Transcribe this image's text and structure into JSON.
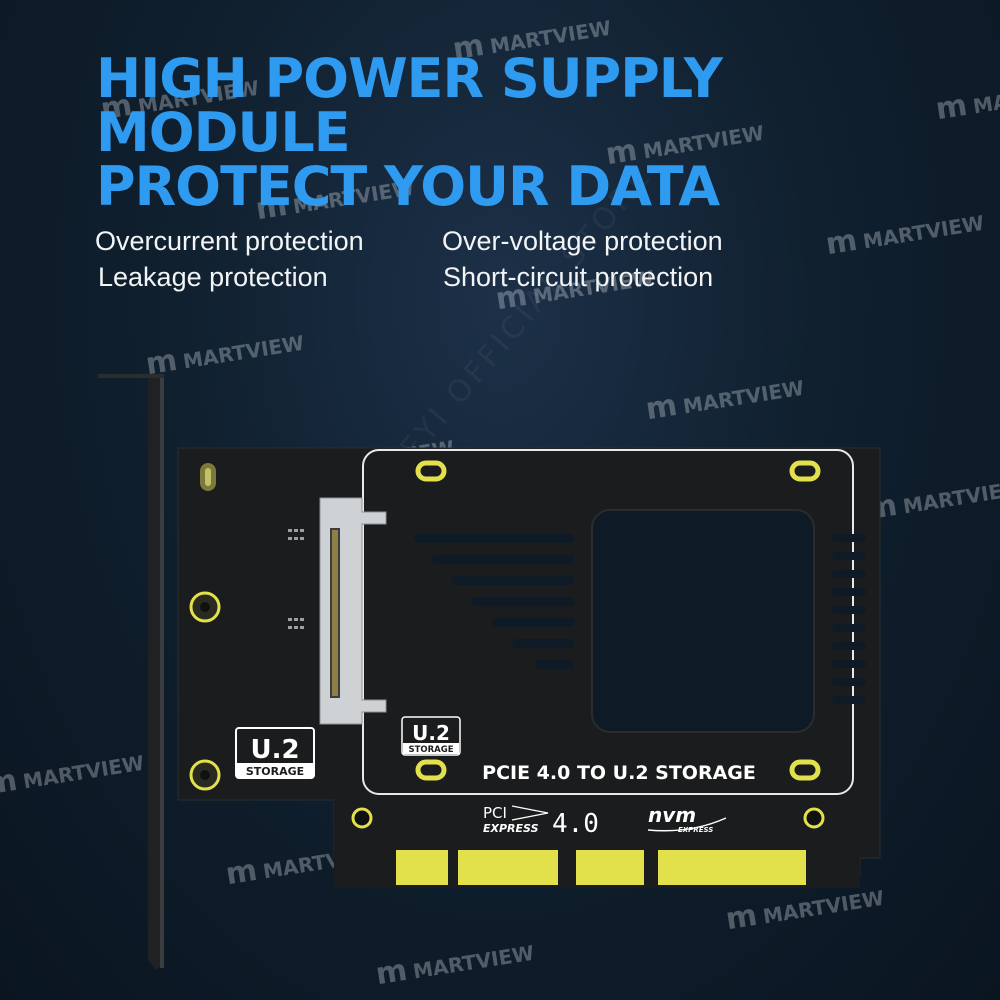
{
  "headline": {
    "line1": "HIGH POWER SUPPLY",
    "line2": "MODULE",
    "line3": "PROTECT YOUR DATA"
  },
  "features": [
    "Overcurrent protection",
    "Over-voltage protection",
    "Leakage protection",
    "Short-circuit protection"
  ],
  "watermark": {
    "brand": "MARTVIEW",
    "logo_glyph": "m",
    "store": "JEYI OFFICIAL STORE"
  },
  "board": {
    "badge_main": "U.2",
    "badge_sub": "STORAGE",
    "title": "PCIE 4.0 TO U.2 STORAGE",
    "pci_label": "PCI",
    "express_label": "EXPRESS",
    "pci_version": "4.0",
    "nvm_label": "nvm",
    "nvm_sub": "EXPRESS"
  },
  "colors": {
    "headline": "#2f9bf0",
    "board": "#1b1c1d",
    "contacts": "#e2e14c"
  }
}
